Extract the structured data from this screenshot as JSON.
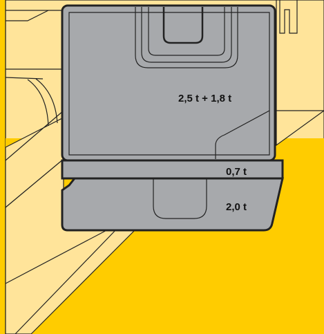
{
  "colors": {
    "background": "#ffcc00",
    "machine_body": "#ffe49a",
    "counterweight": "#a7a9ac",
    "outline": "#222222"
  },
  "labels": {
    "main_weight": "2,5 t + 1,8 t",
    "plate_weight": "0,7 t",
    "bottom_weight": "2,0 t"
  }
}
